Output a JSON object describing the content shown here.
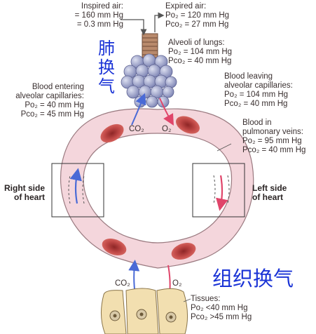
{
  "labels": {
    "inspired_air": [
      "Inspired air:",
      "= 160 mm Hg",
      "= 0.3 mm Hg"
    ],
    "expired_air": [
      "Expired air:",
      "Po₂ = 120 mm Hg",
      "Pco₂ = 27 mm Hg"
    ],
    "alveoli": [
      "Alveoli of lungs:",
      "Po₂ = 104 mm Hg",
      "Pco₂ = 40 mm Hg"
    ],
    "blood_entering": [
      "Blood entering",
      "alveolar capillaries:",
      "Po₂ = 40 mm Hg",
      "Pco₂ = 45 mm Hg"
    ],
    "blood_leaving": [
      "Blood leaving",
      "alveolar capillaries:",
      "Po₂ = 104 mm Hg",
      "Pco₂ = 40 mm Hg"
    ],
    "pulmonary_veins": [
      "Blood in",
      "pulmonary veins:",
      "Po₂ = 95 mm Hg",
      "Pco₂ = 40 mm Hg"
    ],
    "right_heart": [
      "Right side",
      "of heart"
    ],
    "left_heart": [
      "Left side",
      "of heart"
    ],
    "tissues": [
      "Tissues:",
      "Po₂ <40 mm Hg",
      "Pco₂ >45 mm Hg"
    ],
    "top_co2": "CO₂",
    "top_o2": "O₂",
    "bottom_co2": "CO₂",
    "bottom_o2": "O₂"
  },
  "chinese": {
    "lung_exchange": [
      "肺",
      "换",
      "气"
    ],
    "tissue_exchange": "组织换气"
  },
  "colors": {
    "vessel": "#f4d6dc",
    "vessel_outline": "#9a7a80",
    "rbc": "#c84a4a",
    "oxygenated_arrow": "#e0456a",
    "deoxygenated_arrow": "#4a6ad6",
    "alveoli": "#9aa0c8",
    "tissue_cells": "#f2dfb0",
    "cjk_text": "#1a33d6"
  }
}
